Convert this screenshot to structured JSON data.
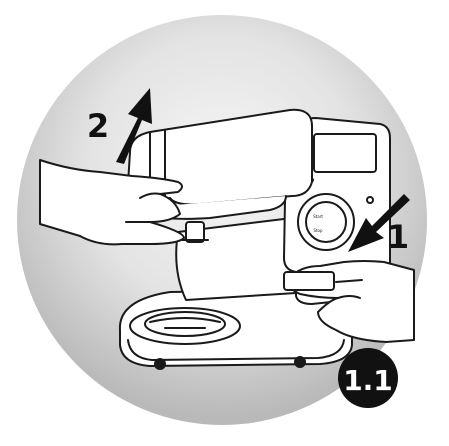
{
  "diagram": {
    "steps": {
      "step_one": "1",
      "step_two": "2"
    },
    "badge": {
      "label": "1.1"
    },
    "panel_buttons": {
      "top": "Start",
      "bottom": "Stop"
    },
    "colors": {
      "background_outer": "#ffffff",
      "disc_light": "#e6e6e6",
      "disc_dark": "#bdbdbd",
      "line": "#1a1a1a",
      "fill": "#ffffff",
      "arrow": "#111111",
      "badge": "#111111",
      "badge_text": "#ffffff"
    }
  }
}
